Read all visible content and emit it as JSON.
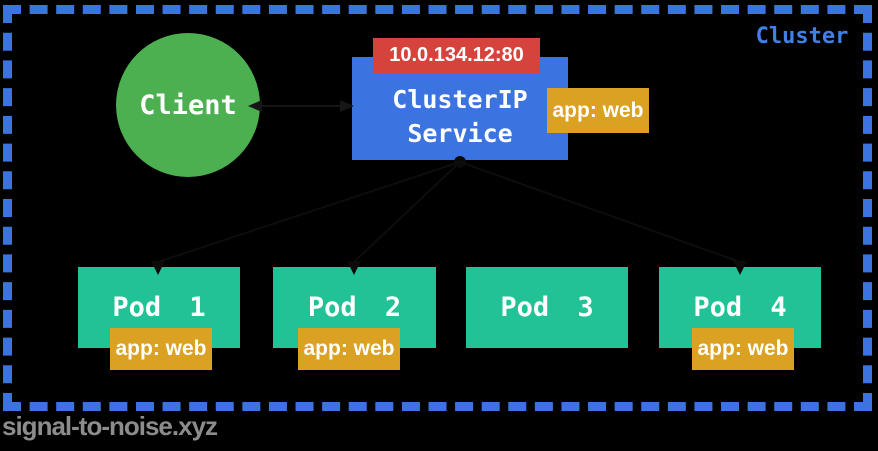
{
  "cluster": {
    "label": "Cluster"
  },
  "client": {
    "label": "Client"
  },
  "service": {
    "name": "ClusterIP Service",
    "ip_badge": "10.0.134.12:80",
    "selector_badge": "app: web"
  },
  "pods": [
    {
      "name": "Pod 1",
      "label": "app: web"
    },
    {
      "name": "Pod 2",
      "label": "app: web"
    },
    {
      "name": "Pod 3",
      "label": ""
    },
    {
      "name": "Pod 4",
      "label": "app: web"
    }
  ],
  "watermark": "signal-to-noise.xyz",
  "colors": {
    "border_blue": "#3b74e0",
    "cluster_text": "#4080e8",
    "client_green": "#4caf50",
    "service_blue": "#3b74e0",
    "ip_red": "#d5433c",
    "selector_orange": "#dba122",
    "pod_teal": "#21c295",
    "watermark_gray": "#8c8c8c",
    "label_white": "#ffffff"
  }
}
